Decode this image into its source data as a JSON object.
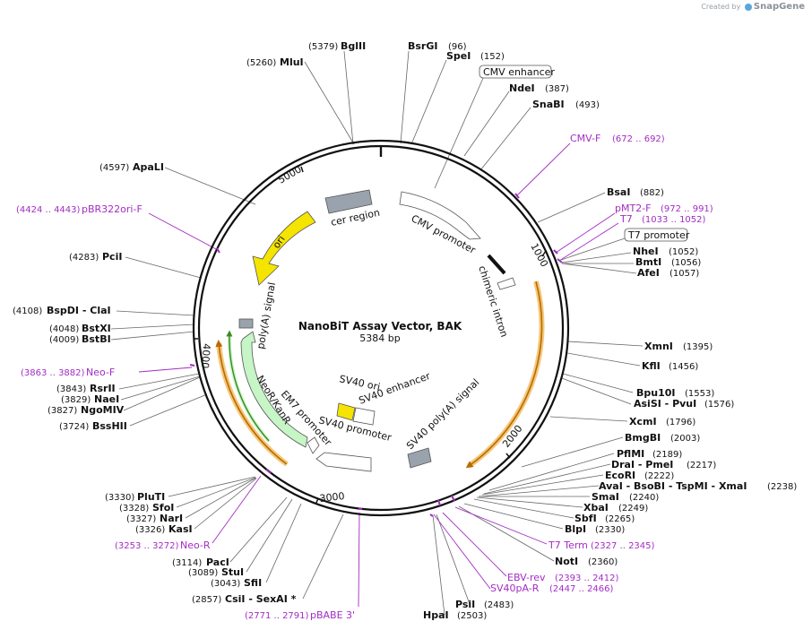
{
  "credit": {
    "prefix": "Created by",
    "brand": "SnapGene"
  },
  "plasmid": {
    "name": "NanoBiT Assay Vector, BAK",
    "length_bp": 5384,
    "size_label": "5384 bp"
  },
  "ruler_ticks": [
    "1000",
    "2000",
    "3000",
    "4000",
    "5000"
  ],
  "sites": [
    {
      "name": "BglII",
      "pos": 5379,
      "pos_label": "(5379)"
    },
    {
      "name": "BsrGI",
      "pos": 96,
      "pos_label": "(96)"
    },
    {
      "name": "MluI",
      "pos": 5260,
      "pos_label": "(5260)"
    },
    {
      "name": "SpeI",
      "pos": 152,
      "pos_label": "(152)"
    },
    {
      "name": "NdeI",
      "pos": 387,
      "pos_label": "(387)"
    },
    {
      "name": "SnaBI",
      "pos": 493,
      "pos_label": "(493)"
    },
    {
      "name": "ApaLI",
      "pos": 4597,
      "pos_label": "(4597)"
    },
    {
      "name": "BsaI",
      "pos": 882,
      "pos_label": "(882)"
    },
    {
      "name": "NheI",
      "pos": 1052,
      "pos_label": "(1052)"
    },
    {
      "name": "BmtI",
      "pos": 1056,
      "pos_label": "(1056)"
    },
    {
      "name": "AfeI",
      "pos": 1057,
      "pos_label": "(1057)"
    },
    {
      "name": "PciI",
      "pos": 4283,
      "pos_label": "(4283)"
    },
    {
      "name": "BspDI - ClaI",
      "pos": 4108,
      "pos_label": "(4108)"
    },
    {
      "name": "BstXI",
      "pos": 4048,
      "pos_label": "(4048)"
    },
    {
      "name": "BstBI",
      "pos": 4009,
      "pos_label": "(4009)"
    },
    {
      "name": "XmnI",
      "pos": 1395,
      "pos_label": "(1395)"
    },
    {
      "name": "KflI",
      "pos": 1456,
      "pos_label": "(1456)"
    },
    {
      "name": "RsrII",
      "pos": 3843,
      "pos_label": "(3843)"
    },
    {
      "name": "NaeI",
      "pos": 3829,
      "pos_label": "(3829)"
    },
    {
      "name": "NgoMIV",
      "pos": 3827,
      "pos_label": "(3827)"
    },
    {
      "name": "BssHII",
      "pos": 3724,
      "pos_label": "(3724)"
    },
    {
      "name": "Bpu10I",
      "pos": 1553,
      "pos_label": "(1553)"
    },
    {
      "name": "AsiSI - PvuI",
      "pos": 1576,
      "pos_label": "(1576)"
    },
    {
      "name": "XcmI",
      "pos": 1796,
      "pos_label": "(1796)"
    },
    {
      "name": "BmgBI",
      "pos": 2003,
      "pos_label": "(2003)"
    },
    {
      "name": "PflMI",
      "pos": 2189,
      "pos_label": "(2189)"
    },
    {
      "name": "DraI - PmeI",
      "pos": 2217,
      "pos_label": "(2217)"
    },
    {
      "name": "EcoRI",
      "pos": 2222,
      "pos_label": "(2222)"
    },
    {
      "name": "AvaI - BsoBI - TspMI - XmaI",
      "pos": 2238,
      "pos_label": "(2238)"
    },
    {
      "name": "SmaI",
      "pos": 2240,
      "pos_label": "(2240)"
    },
    {
      "name": "XbaI",
      "pos": 2249,
      "pos_label": "(2249)"
    },
    {
      "name": "SbfI",
      "pos": 2265,
      "pos_label": "(2265)"
    },
    {
      "name": "BlpI",
      "pos": 2330,
      "pos_label": "(2330)"
    },
    {
      "name": "NotI",
      "pos": 2360,
      "pos_label": "(2360)"
    },
    {
      "name": "PsiI",
      "pos": 2483,
      "pos_label": "(2483)"
    },
    {
      "name": "HpaI",
      "pos": 2503,
      "pos_label": "(2503)"
    },
    {
      "name": "PluTI",
      "pos": 3330,
      "pos_label": "(3330)"
    },
    {
      "name": "SfoI",
      "pos": 3328,
      "pos_label": "(3328)"
    },
    {
      "name": "NarI",
      "pos": 3327,
      "pos_label": "(3327)"
    },
    {
      "name": "KasI",
      "pos": 3326,
      "pos_label": "(3326)"
    },
    {
      "name": "PacI",
      "pos": 3114,
      "pos_label": "(3114)"
    },
    {
      "name": "StuI",
      "pos": 3089,
      "pos_label": "(3089)"
    },
    {
      "name": "SfiI",
      "pos": 3043,
      "pos_label": "(3043)"
    },
    {
      "name": "CsiI - SexAI *",
      "pos": 2857,
      "pos_label": "(2857)"
    }
  ],
  "primers": [
    {
      "name": "CMV-F",
      "range": "(672 .. 692)"
    },
    {
      "name": "pMT2-F",
      "range": "(972 .. 991)"
    },
    {
      "name": "T7",
      "range": "(1033 .. 1052)"
    },
    {
      "name": "pBR322ori-F",
      "range": "(4424 .. 4443)"
    },
    {
      "name": "Neo-F",
      "range": "(3863 .. 3882)"
    },
    {
      "name": "T7 Term",
      "range": "(2327 .. 2345)"
    },
    {
      "name": "EBV-rev",
      "range": "(2393 .. 2412)"
    },
    {
      "name": "SV40pA-R",
      "range": "(2447 .. 2466)"
    },
    {
      "name": "Neo-R",
      "range": "(3253 .. 3272)"
    },
    {
      "name": "pBABE 3'",
      "range": "(2771 .. 2791)"
    }
  ],
  "boxed_features": [
    "CMV enhancer",
    "T7 promoter"
  ],
  "features": [
    {
      "name": "cer region",
      "color": "#9aa3ad"
    },
    {
      "name": "CMV promoter",
      "color": "#ffffff"
    },
    {
      "name": "chimeric intron",
      "color": "#ffffff"
    },
    {
      "name": "ori",
      "color": "#f5e400"
    },
    {
      "name": "poly(A) signal",
      "color": "#9aa3ad"
    },
    {
      "name": "NeoR/KanR",
      "color": "#c6f5c6"
    },
    {
      "name": "EM7 promoter",
      "color": "#ffffff"
    },
    {
      "name": "SV40 ori",
      "color": "#f5e400"
    },
    {
      "name": "SV40 enhancer",
      "color": "#ffffff"
    },
    {
      "name": "SV40 promoter",
      "color": "#ffffff"
    },
    {
      "name": "SV40 poly(A) signal",
      "color": "#9aa3ad"
    }
  ],
  "colors": {
    "primer": "#a32cc4",
    "orf": "#f5c77a",
    "orf_line": "#b86b00",
    "backbone": "#111111"
  }
}
